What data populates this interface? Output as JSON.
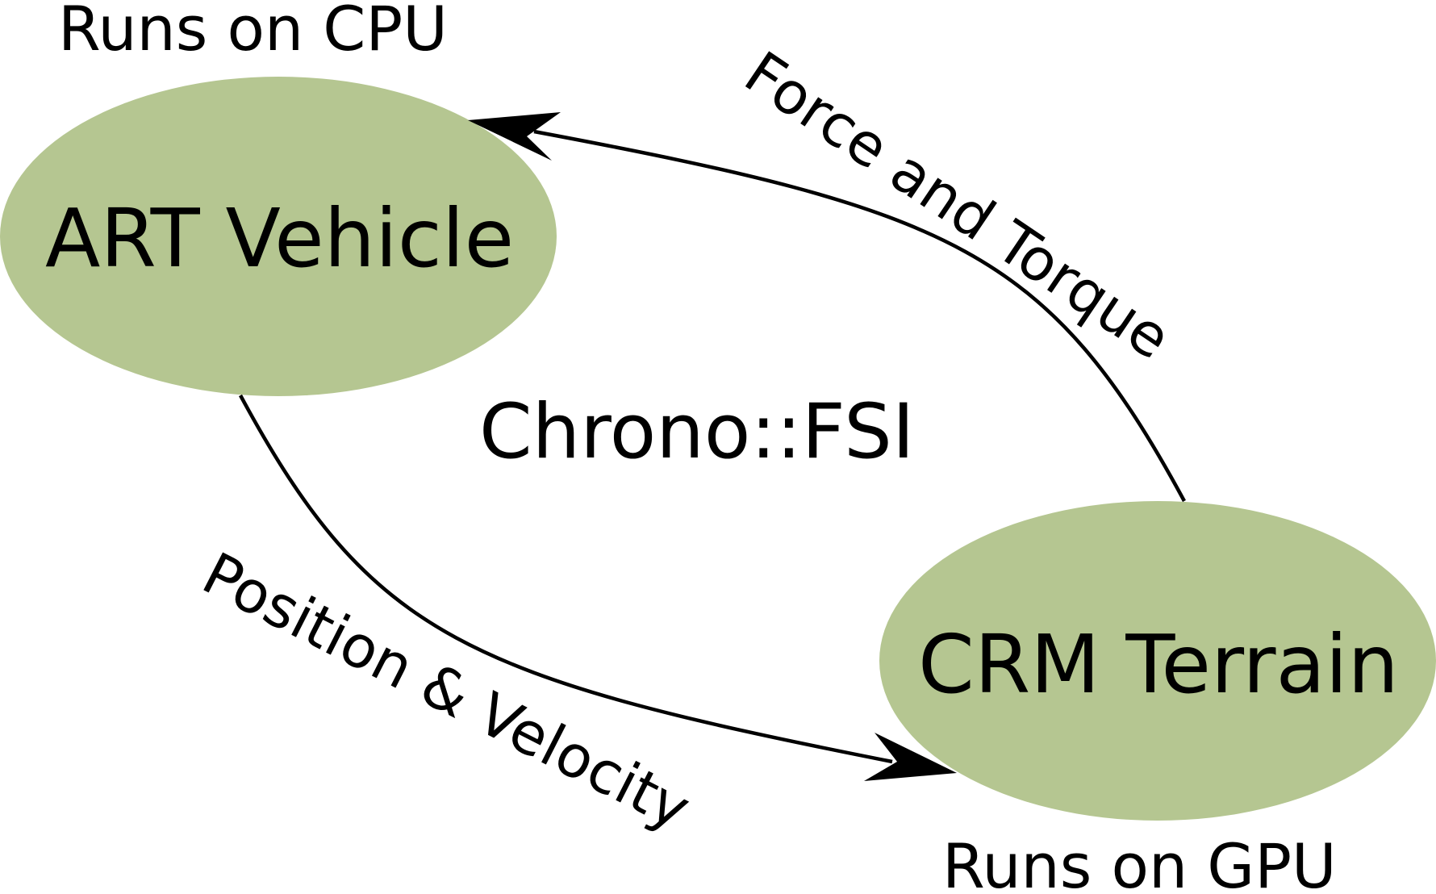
{
  "colors": {
    "node_fill": "#b5c691",
    "edge_stroke": "#000000",
    "text": "#000000",
    "background": "#ffffff"
  },
  "nodes": {
    "art_vehicle": {
      "label": "ART Vehicle",
      "note": "Runs on CPU"
    },
    "crm_terrain": {
      "label": "CRM Terrain",
      "note": "Runs on GPU"
    }
  },
  "center_label": "Chrono::FSI",
  "edges": {
    "force_torque": {
      "label": "Force and Torque",
      "from": "CRM Terrain",
      "to": "ART Vehicle"
    },
    "position_velocity": {
      "label": "Position & Velocity",
      "from": "ART Vehicle",
      "to": "CRM Terrain"
    }
  }
}
